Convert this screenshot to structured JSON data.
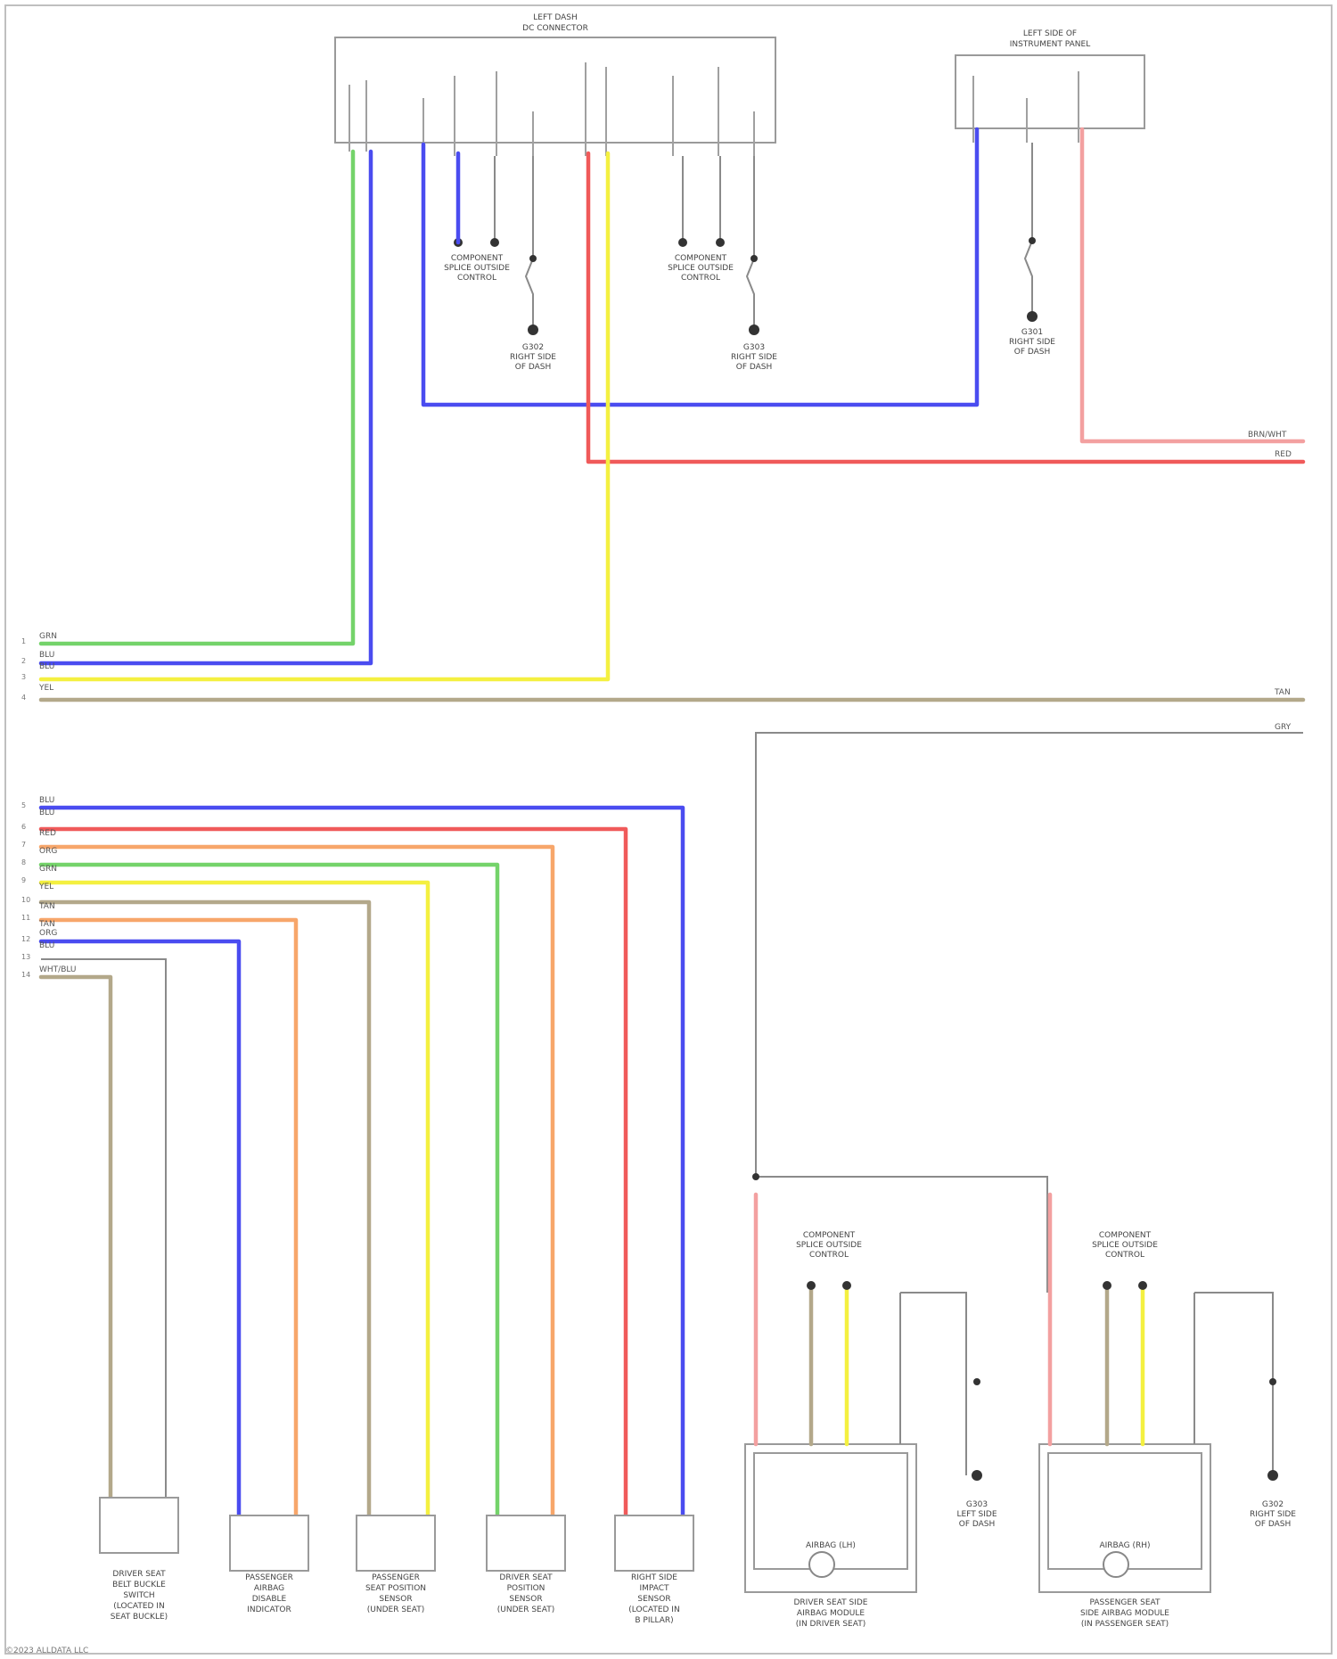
{
  "colors": {
    "blue": "#4a4cf0",
    "green": "#74d36a",
    "yellow": "#f4f040",
    "red": "#f05a5a",
    "pink": "#f3a0a0",
    "orange": "#f7a66a",
    "tan": "#b3a88a",
    "gray": "#8a8a8a"
  },
  "footer": "©2023 ALLDATA LLC",
  "components": {
    "left_dash_header": {
      "title": "LEFT DASH",
      "subtitle": "DC CONNECTOR"
    },
    "left_junction_block": {
      "title": "LEFT SIDE OF",
      "subtitle": "INSTRUMENT PANEL"
    },
    "grounds": [
      "G302\nRIGHT SIDE\nOF DASH",
      "G303\nRIGHT SIDE\nOF DASH",
      "G301\nRIGHT SIDE\nOF DASH",
      "G303\nLEFT SIDE\nOF DASH",
      "G302\nRIGHT SIDE\nOF DASH"
    ],
    "splices": [
      "COMPONENT\nSPLICE OUTSIDE\nCONTROL",
      "COMPONENT\nSPLICE OUTSIDE\nCONTROL",
      "COMPONENT\nSPLICE OUTSIDE\nCONTROL",
      "COMPONENT\nSPLICE OUTSIDE\nCONTROL"
    ],
    "bottom_modules": [
      "DRIVER SEAT\nBELT BUCKLE\nSWITCH\n(LOCATED IN\nSEAT BUCKLE)",
      "PASSENGER\nAIRBAG\nDISABLE\nINDICATOR",
      "PASSENGER\nSEAT POSITION\nSENSOR\n(UNDER SEAT)",
      "DRIVER SEAT\nPOSITION\nSENSOR\n(UNDER SEAT)",
      "RIGHT SIDE\nIMPACT\nSENSOR\n(LOCATED IN\nB PILLAR)"
    ],
    "driver_curtain": {
      "inner": "AIRBAG (LH)",
      "title": "DRIVER SEAT SIDE\nAIRBAG MODULE\n(IN DRIVER SEAT)"
    },
    "passenger_curtain": {
      "inner": "AIRBAG (RH)",
      "title": "PASSENGER SEAT\nSIDE AIRBAG MODULE\n(IN PASSENGER SEAT)"
    }
  },
  "wire_labels": {
    "right_out": [
      "BRN/WHT",
      "RED",
      "GRY"
    ],
    "left_top": [
      "GRN",
      "BLU",
      "BLU",
      "YEL",
      "TAN"
    ],
    "left_bottom": [
      "BLU",
      "BLU",
      "RED",
      "ORG",
      "GRN",
      "YEL",
      "TAN",
      "TAN",
      "ORG",
      "BLU",
      "WHT/BLU"
    ]
  }
}
